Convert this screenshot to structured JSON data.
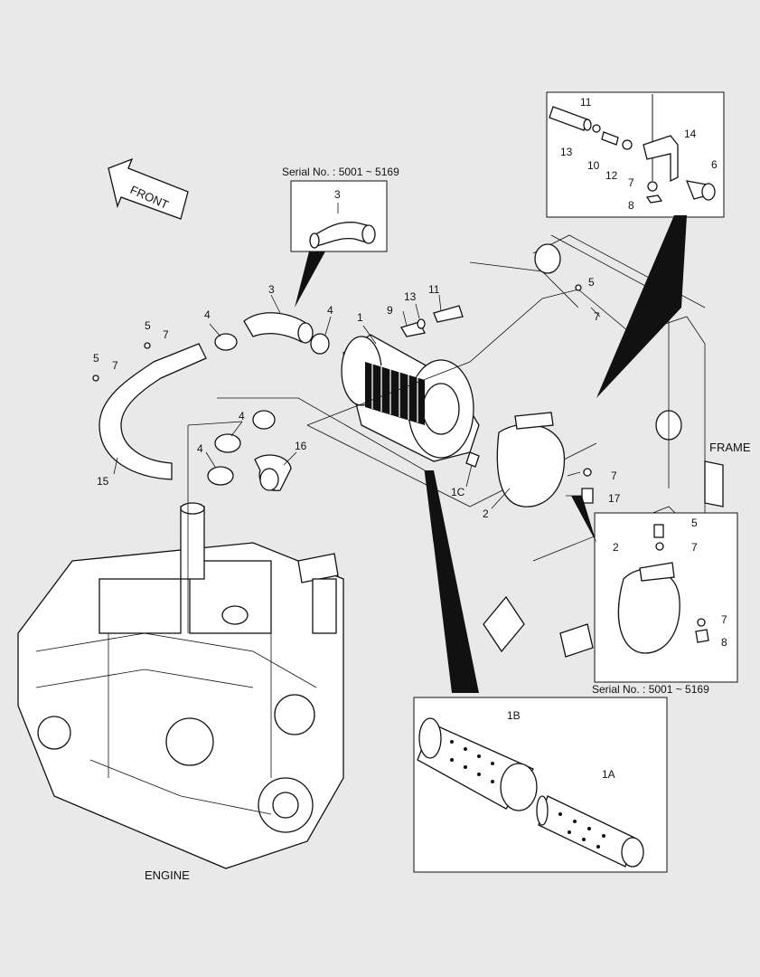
{
  "labels": {
    "front": "FRONT",
    "frame": "FRAME",
    "engine": "ENGINE",
    "serial_top": "Serial No. : 5001 ~ 5169",
    "serial_bottom": "Serial No. : 5001 ~ 5169"
  },
  "callouts": {
    "inset_top_right": [
      "11",
      "13",
      "10",
      "12",
      "14",
      "6",
      "7",
      "8"
    ],
    "inset_serial": [
      "3"
    ],
    "main": [
      "1",
      "1C",
      "2",
      "3",
      "4",
      "4",
      "4",
      "4",
      "5",
      "5",
      "5",
      "7",
      "7",
      "7",
      "7",
      "9",
      "11",
      "13",
      "15",
      "16",
      "17"
    ],
    "inset_clamp": [
      "5",
      "7",
      "2",
      "7",
      "8"
    ],
    "inset_filter": [
      "1B",
      "1A"
    ]
  }
}
